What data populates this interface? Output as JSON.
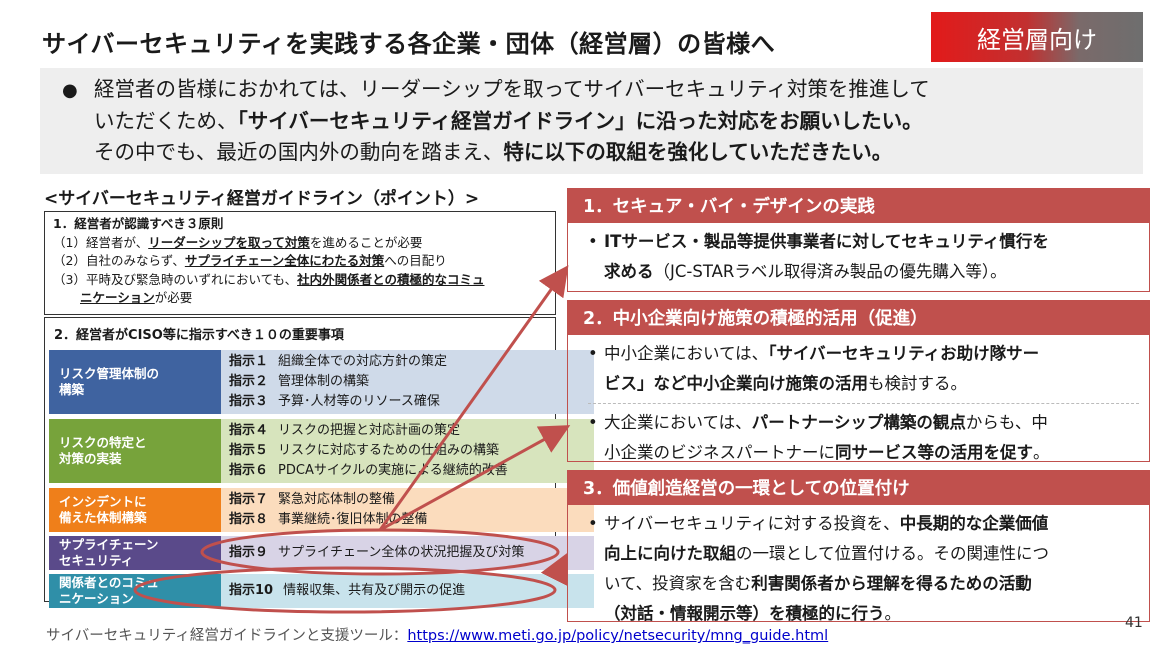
{
  "title": "サイバーセキュリティを実践する各企業・団体（経営層）の皆様へ",
  "badge": "経営層向け",
  "intro": {
    "l1": "経営者の皆様におかれては、リーダーシップを取ってサイバーセキュリティ対策を推進して",
    "l2a": "いただくため、",
    "l2b": "「サイバーセキュリティ経営ガイドライン」に沿った対応をお願いしたい。",
    "l3a": "その中でも、最近の国内外の動向を踏まえ、",
    "l3b": "特に以下の取組を強化していただきたい。"
  },
  "guide_title": "<サイバーセキュリティ経営ガイドライン（ポイント）>",
  "principles": {
    "heading": "1．経営者が認識すべき３原則",
    "p1a": "（1）経営者が、",
    "p1b": "リーダーシップを取って対策",
    "p1c": "を進めることが必要",
    "p2a": "（2）自社のみならず、",
    "p2b": "サプライチェーン全体にわたる対策",
    "p2c": "への目配り",
    "p3a": "（3）平時及び緊急時のいずれにおいても、",
    "p3b": "社内外関係者との積極的なコミュ",
    "p3c": "ニケーション",
    "p3d": "が必要"
  },
  "directives": {
    "heading": "2．経営者がCISO等に指示すべき１０の重要事項",
    "groups": [
      {
        "cat1": "リスク管理体制の",
        "cat2": "構築",
        "items": [
          {
            "k": "指示１",
            "t": "組織全体での対応方針の策定"
          },
          {
            "k": "指示２",
            "t": "管理体制の構築"
          },
          {
            "k": "指示３",
            "t": "予算･人材等のリソース確保"
          }
        ]
      },
      {
        "cat1": "リスクの特定と",
        "cat2": "対策の実装",
        "items": [
          {
            "k": "指示４",
            "t": "リスクの把握と対応計画の策定"
          },
          {
            "k": "指示５",
            "t": "リスクに対応するための仕組みの構築"
          },
          {
            "k": "指示６",
            "t": "PDCAサイクルの実施による継続的改善"
          }
        ]
      },
      {
        "cat1": "インシデントに",
        "cat2": "備えた体制構築",
        "items": [
          {
            "k": "指示７",
            "t": "緊急対応体制の整備"
          },
          {
            "k": "指示８",
            "t": "事業継続･復旧体制の整備"
          }
        ]
      },
      {
        "cat1": "サプライチェーン",
        "cat2": "セキュリティ",
        "items": [
          {
            "k": "指示９",
            "t": "サプライチェーン全体の状況把握及び対策"
          }
        ]
      },
      {
        "cat1": "関係者とのコミュ",
        "cat2": "ニケーション",
        "items": [
          {
            "k": "指示10",
            "t": "情報収集、共有及び開示の促進"
          }
        ]
      }
    ]
  },
  "colors": {
    "accent": "#c0504d",
    "cat1": "#3f63a0",
    "cat2": "#77a33b",
    "cat3": "#ef7f1a",
    "cat4": "#5a4a8a",
    "cat5": "#2f8fa8"
  },
  "sec1": {
    "header": "1．セキュア・バイ・デザインの実践",
    "b1": "ITサービス・製品等提供事業者に対してセキュリティ慣行を",
    "b2": "求める",
    "b3": "（JC-STARラベル取得済み製品の優先購入等）。"
  },
  "sec2": {
    "header": "2．中小企業向け施策の積極的活用（促進）",
    "a1": "中小企業においては、",
    "a2": "「サイバーセキュリティお助け隊サー",
    "a3": "ビス」など中小企業向け施策の活用",
    "a4": "も検討する。",
    "c1": "大企業においては、",
    "c2": "パートナーシップ構築の観点",
    "c3": "からも、中",
    "c4": "小企業のビジネスパートナーに",
    "c5": "同サービス等の活用を促す",
    "c6": "。"
  },
  "sec3": {
    "header": "3．価値創造経営の一環としての位置付け",
    "d1": "サイバーセキュリティに対する投資を、",
    "d2": "中長期的な企業価値",
    "d3": "向上に向けた取組",
    "d4": "の一環として位置付ける。その関連性につ",
    "d5": "いて、投資家を含む",
    "d6": "利害関係者から理解を得るための活動",
    "d7": "（対話・情報開示等）を積極的に行う",
    "d8": "。"
  },
  "footer": {
    "text": "サイバーセキュリティ経営ガイドラインと支援ツール：",
    "link": "https://www.meti.go.jp/policy/netsecurity/mng_guide.html"
  },
  "page_number": "41"
}
